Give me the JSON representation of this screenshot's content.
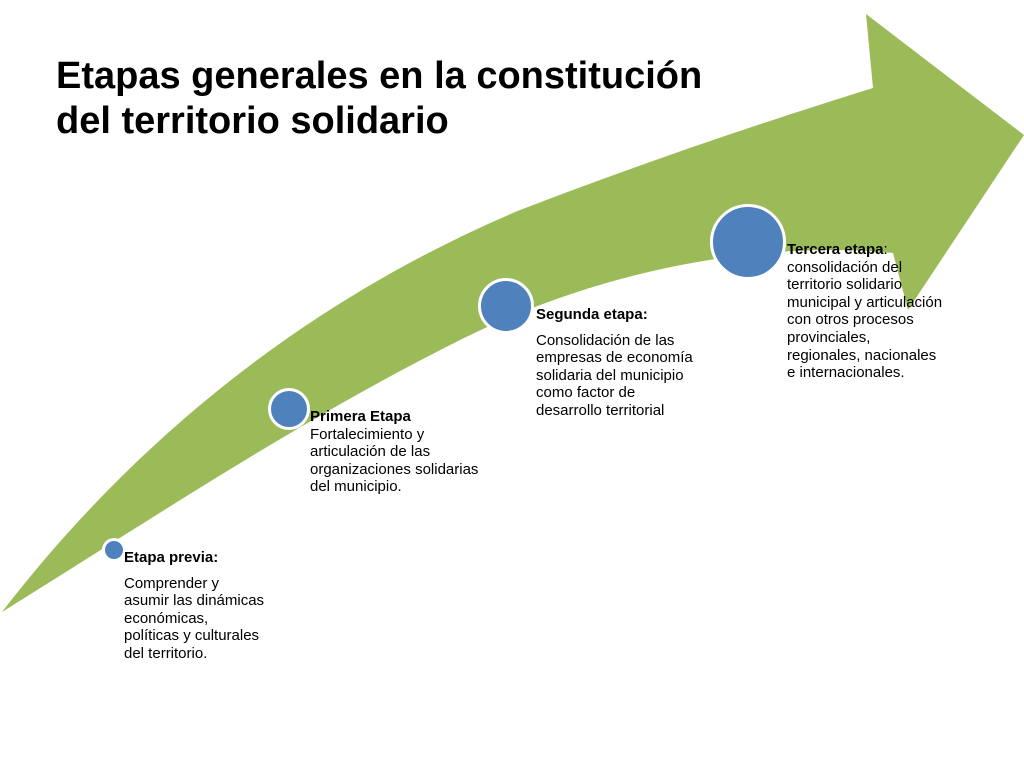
{
  "title": {
    "line1": "Etapas generales en la constitución",
    "line2": "del territorio solidario"
  },
  "colors": {
    "arrow": "#9bbb59",
    "dot": "#4f81bd",
    "dot_border": "#ffffff",
    "text": "#000000"
  },
  "stages": [
    {
      "title": "Etapa previa:",
      "desc_lines": [
        "Comprender y",
        "asumir las dinámicas",
        "económicas,",
        "políticas y culturales",
        "del territorio."
      ]
    },
    {
      "title": "Primera Etapa",
      "desc_lines": [
        "Fortalecimiento y",
        "articulación de las",
        "organizaciones solidarias",
        "del municipio."
      ]
    },
    {
      "title": "Segunda etapa:",
      "desc_lines": [
        "Consolidación de las",
        "empresas de economía",
        "solidaria del municipio",
        "como factor de",
        "desarrollo territorial"
      ]
    },
    {
      "title": "Tercera etapa",
      "title_suffix": ":",
      "desc_lines": [
        "consolidación del",
        "territorio solidario",
        "municipal y articulación",
        "con otros procesos",
        "provinciales,",
        "regionales, nacionales",
        "e internacionales."
      ]
    }
  ]
}
